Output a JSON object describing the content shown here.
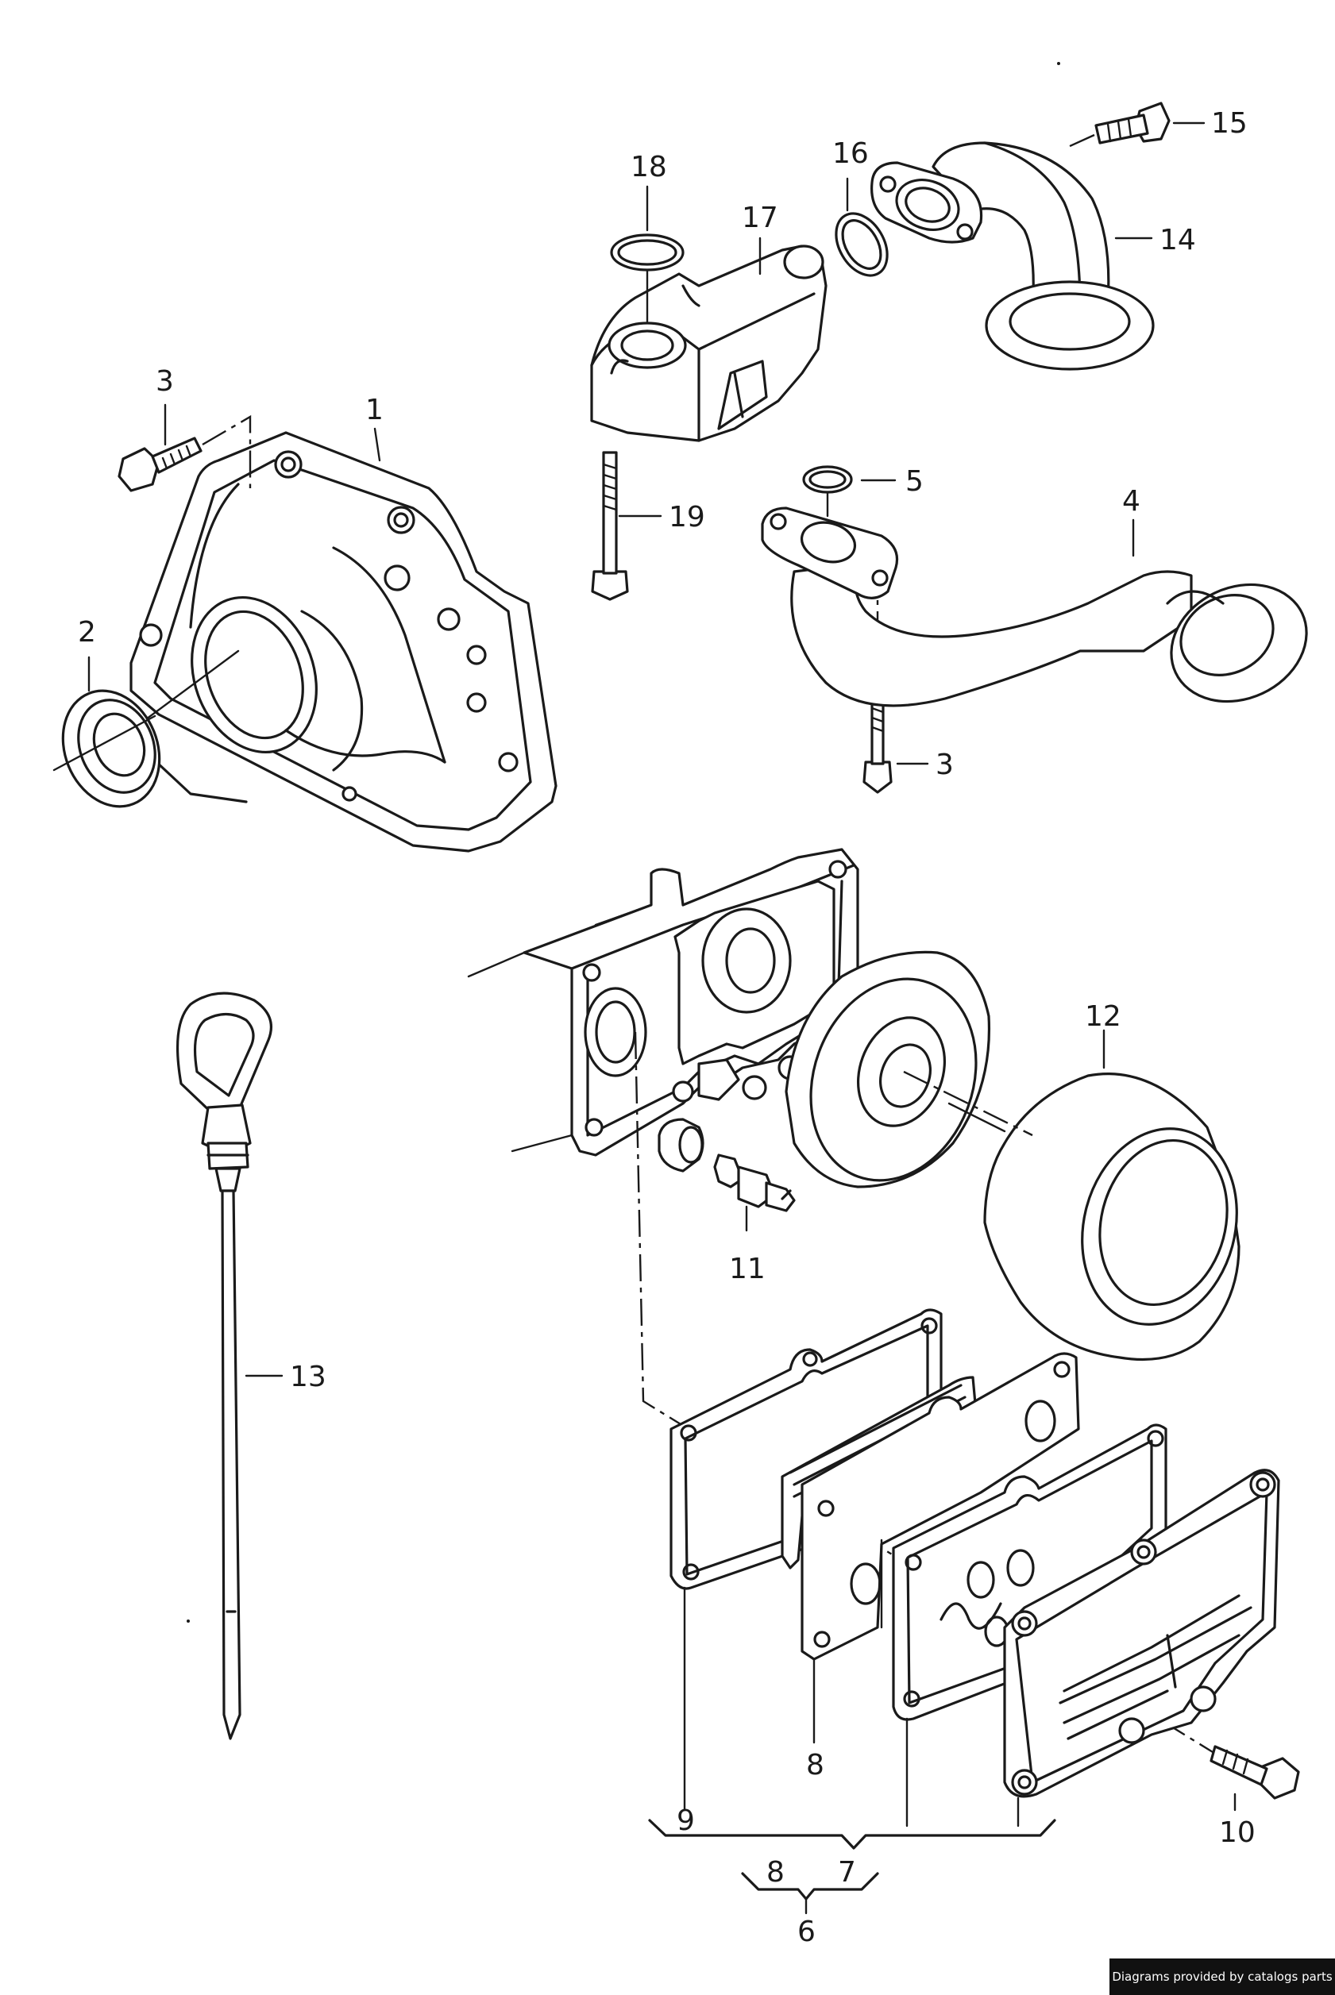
{
  "callouts": {
    "c1": "1",
    "c2": "2",
    "c3a": "3",
    "c3b": "3",
    "c4": "4",
    "c5": "5",
    "c6": "6",
    "c7": "7",
    "c8a": "8",
    "c8b": "8",
    "c9": "9",
    "c10": "10",
    "c11": "11",
    "c12": "12",
    "c13": "13",
    "c14": "14",
    "c15": "15",
    "c16": "16",
    "c17": "17",
    "c18": "18",
    "c19": "19"
  },
  "footer": {
    "credit": "Diagrams provided by catalogs parts"
  },
  "colors": {
    "line": "#1a1a1a",
    "background": "#ffffff",
    "credit_bg": "#111111",
    "credit_text": "#ffffff"
  }
}
